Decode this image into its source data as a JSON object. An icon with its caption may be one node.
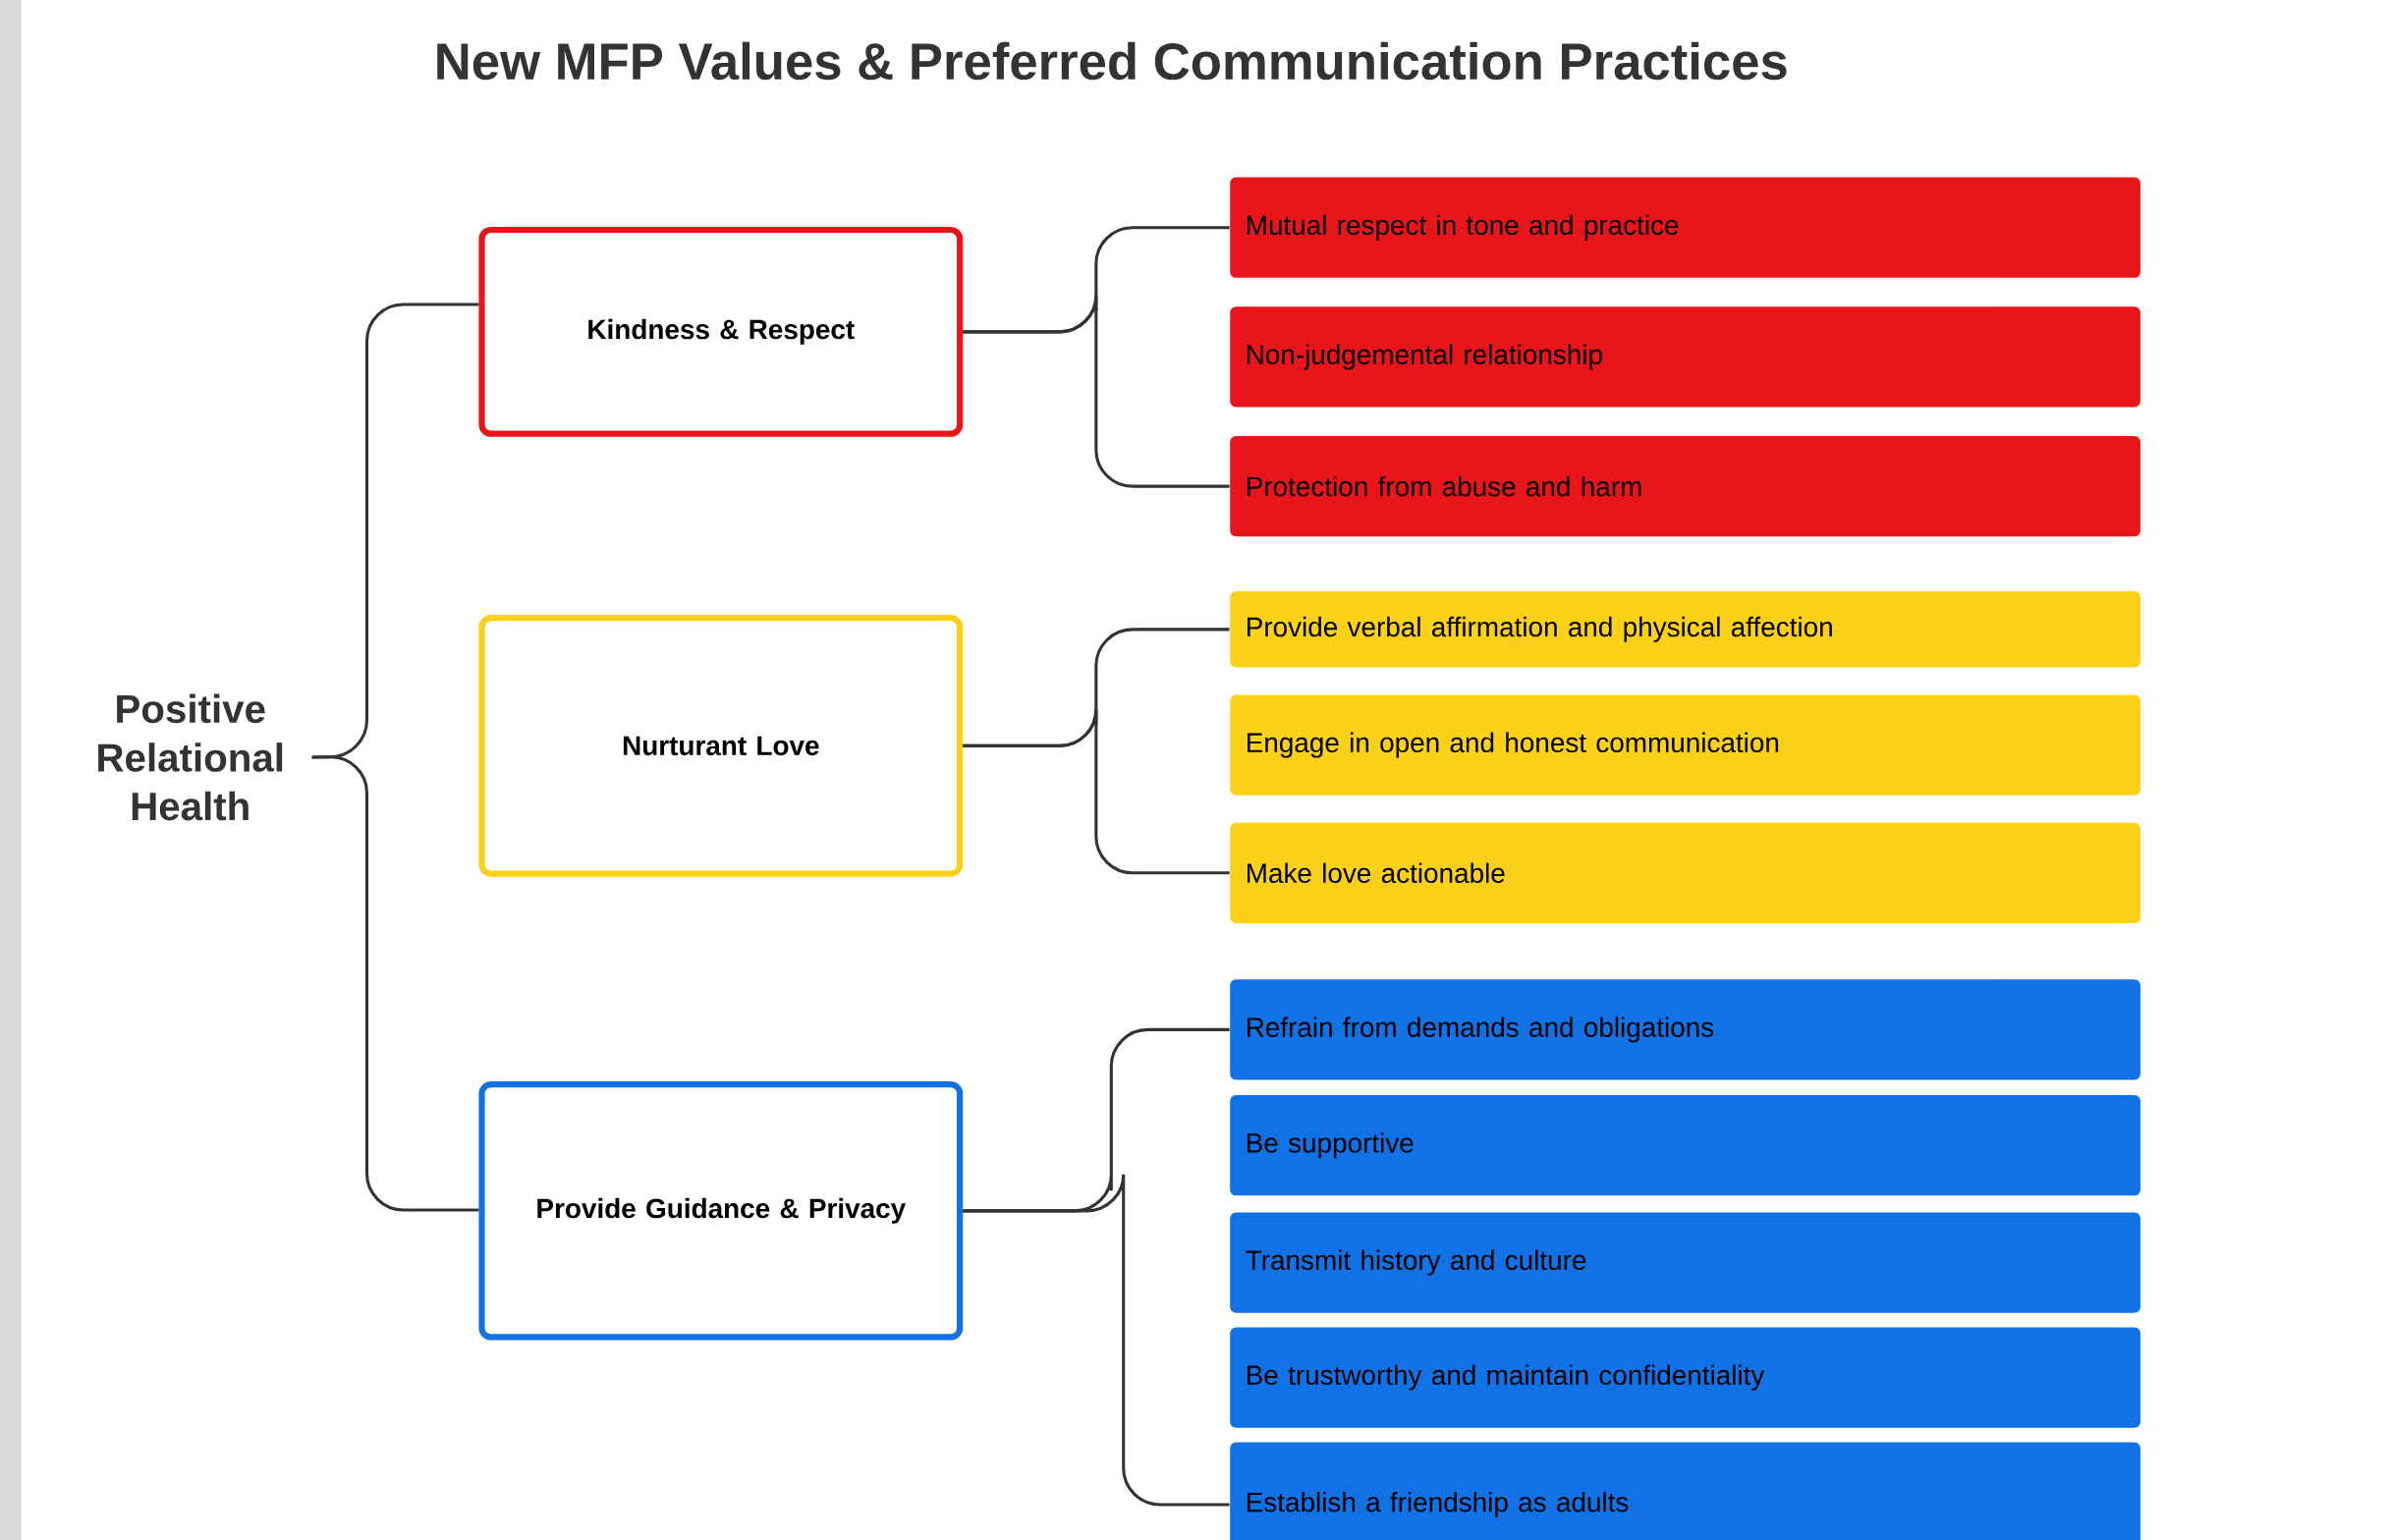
{
  "diagram": {
    "title": "New MFP Values & Preferred Communication Practices",
    "nodes": [
      {
        "text": [
          "Positive Relational Health"
        ]
      },
      {
        "text": [
          "Kindness & Respect"
        ]
      },
      {
        "text": [
          "Mutual respect in tone and practice"
        ]
      },
      {
        "text": [
          "Non-judgemental relationship"
        ]
      },
      {
        "text": [
          "Protection from abuse and harm"
        ]
      },
      {
        "text": [
          "Nurturant Love"
        ]
      },
      {
        "text": [
          "Provide verbal affirmation and physical affection"
        ]
      },
      {
        "text": [
          "Engage in open and honest communication"
        ]
      },
      {
        "text": [
          "Make love actionable"
        ]
      },
      {
        "text": [
          "Provide Guidance & Privacy"
        ]
      },
      {
        "text": [
          "Refrain from demands and obligations"
        ]
      },
      {
        "text": [
          "Be supportive"
        ]
      },
      {
        "text": [
          "Transmit history and culture"
        ]
      },
      {
        "text": [
          "Be trustworthy and maintain confidentiality"
        ]
      },
      {
        "text": [
          "Establish a friendship as adults"
        ]
      }
    ],
    "edges": [
      {
        "from": 0,
        "to": 1,
        "arrow": "none"
      },
      {
        "from": 0,
        "to": 9,
        "arrow": "none"
      },
      {
        "from": 1,
        "to": 2,
        "arrow": "none"
      },
      {
        "from": 1,
        "to": 4,
        "arrow": "none"
      },
      {
        "from": 5,
        "to": 6,
        "arrow": "none"
      },
      {
        "from": 5,
        "to": 8,
        "arrow": "none"
      },
      {
        "from": 9,
        "to": 10,
        "arrow": "none"
      },
      {
        "from": 9,
        "to": 14,
        "arrow": "none"
      }
    ]
  }
}
